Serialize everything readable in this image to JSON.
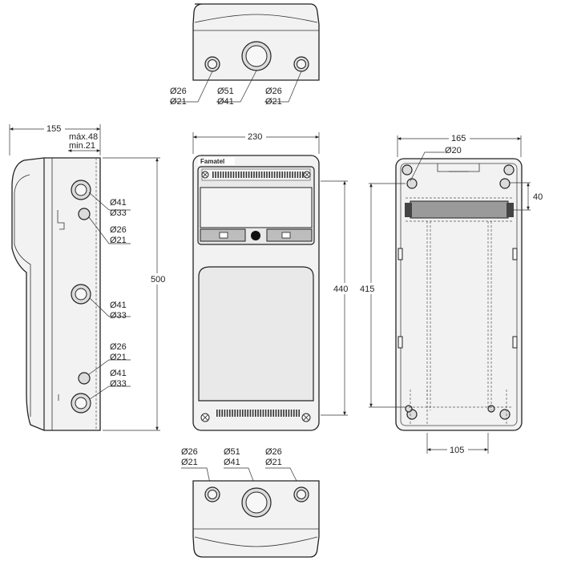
{
  "brand": "Famatel",
  "top_view": {
    "left_hole": [
      "Ø26",
      "Ø21"
    ],
    "center_hole": [
      "Ø51",
      "Ø41"
    ],
    "right_hole": [
      "Ø26",
      "Ø21"
    ]
  },
  "bottom_view": {
    "left_hole": [
      "Ø26",
      "Ø21"
    ],
    "center_hole": [
      "Ø51",
      "Ø41"
    ],
    "right_hole": [
      "Ø26",
      "Ø21"
    ]
  },
  "side_view": {
    "depth": "155",
    "rail_depth": [
      "máx.48",
      "min.21"
    ],
    "height": "500",
    "callouts": [
      [
        "Ø41",
        "Ø33"
      ],
      [
        "Ø26",
        "Ø21"
      ],
      [
        "Ø41",
        "Ø33"
      ],
      [
        "Ø26",
        "Ø21"
      ],
      [
        "Ø41",
        "Ø33"
      ]
    ]
  },
  "front_view": {
    "width": "230",
    "height": "440"
  },
  "rear_view": {
    "width": "165",
    "fixing_hole": "Ø20",
    "top_offset": "40",
    "height": "415",
    "bottom_width": "105"
  }
}
